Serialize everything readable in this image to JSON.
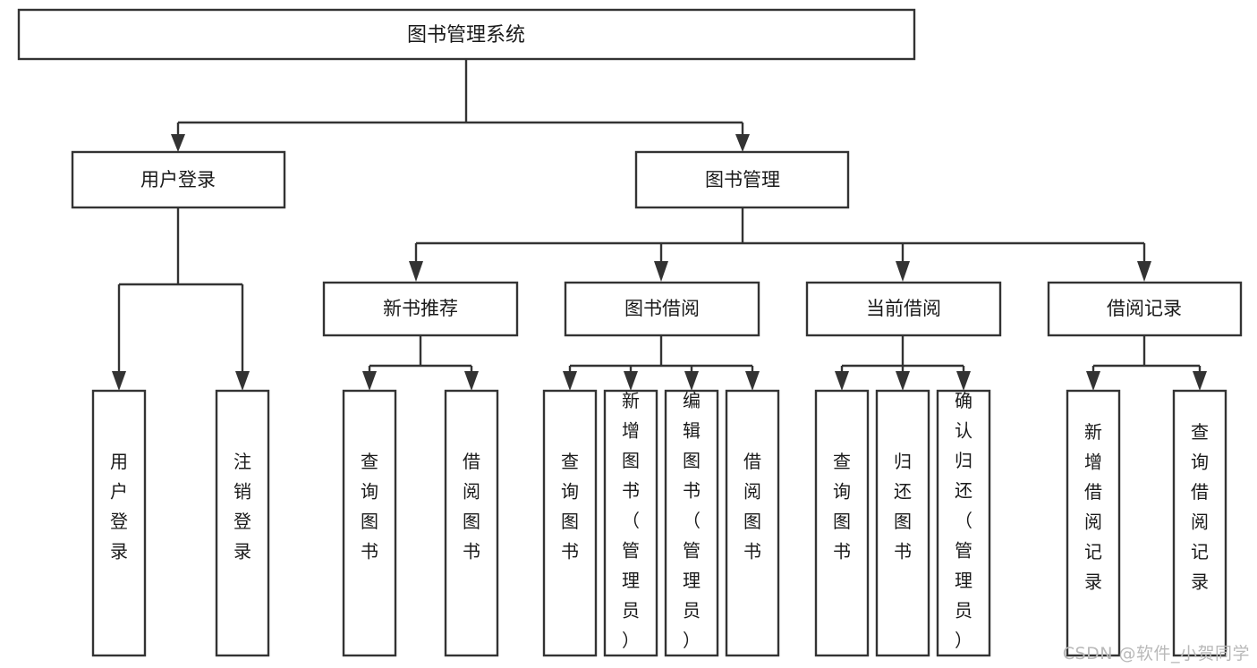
{
  "diagram": {
    "type": "tree",
    "title": "图书管理系统",
    "watermark": "CSDN @软件_小贺同学",
    "colors": {
      "stroke": "#333333",
      "fill": "#ffffff",
      "text": "#1a1a1a",
      "watermark": "#b9b9b9"
    },
    "nodes": {
      "root": {
        "label": "图书管理系统"
      },
      "level2": [
        {
          "id": "user-login",
          "label": "用户登录"
        },
        {
          "id": "book-manage",
          "label": "图书管理"
        }
      ],
      "level3": [
        {
          "id": "new-book-recommend",
          "label": "新书推荐"
        },
        {
          "id": "book-borrow",
          "label": "图书借阅"
        },
        {
          "id": "current-borrow",
          "label": "当前借阅"
        },
        {
          "id": "borrow-record",
          "label": "借阅记录"
        }
      ],
      "leaves": {
        "user-login": [
          {
            "id": "leaf-user-login",
            "label": "用户登录"
          },
          {
            "id": "leaf-logout-login",
            "label": "注销登录"
          }
        ],
        "new-book-recommend": [
          {
            "id": "leaf-query-book-1",
            "label": "查询图书"
          },
          {
            "id": "leaf-borrow-book-1",
            "label": "借阅图书"
          }
        ],
        "book-borrow": [
          {
            "id": "leaf-query-book-2",
            "label": "查询图书"
          },
          {
            "id": "leaf-add-book-admin",
            "label": "新增图书（管理员）"
          },
          {
            "id": "leaf-edit-book-admin",
            "label": "编辑图书（管理员）"
          },
          {
            "id": "leaf-borrow-book-2",
            "label": "借阅图书"
          }
        ],
        "current-borrow": [
          {
            "id": "leaf-query-book-3",
            "label": "查询图书"
          },
          {
            "id": "leaf-return-book",
            "label": "归还图书"
          },
          {
            "id": "leaf-confirm-return-admin",
            "label": "确认归还（管理员）"
          }
        ],
        "borrow-record": [
          {
            "id": "leaf-add-borrow-record",
            "label": "新增借阅记录"
          },
          {
            "id": "leaf-query-borrow-record",
            "label": "查询借阅记录"
          }
        ]
      }
    }
  }
}
